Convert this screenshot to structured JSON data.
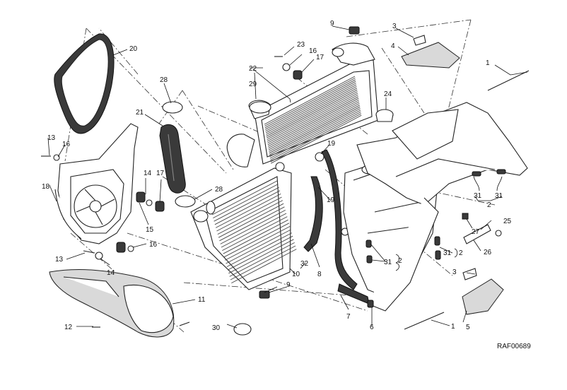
{
  "drawing_reference": "RAF00689",
  "callouts": [
    "1",
    "1",
    "2",
    "2",
    "2",
    "3",
    "3",
    "4",
    "5",
    "6",
    "7",
    "8",
    "9",
    "9",
    "10",
    "11",
    "12",
    "13",
    "13",
    "14",
    "14",
    "15",
    "16",
    "16",
    "16",
    "17",
    "17",
    "18",
    "19",
    "19",
    "20",
    "21",
    "22",
    "23",
    "24",
    "25",
    "26",
    "27",
    "28",
    "28",
    "29",
    "30",
    "31",
    "31",
    "31",
    "31",
    "31",
    "31",
    "32"
  ],
  "colors": {
    "line": "#222222",
    "background": "#ffffff",
    "shade": "#d9d9d9"
  }
}
